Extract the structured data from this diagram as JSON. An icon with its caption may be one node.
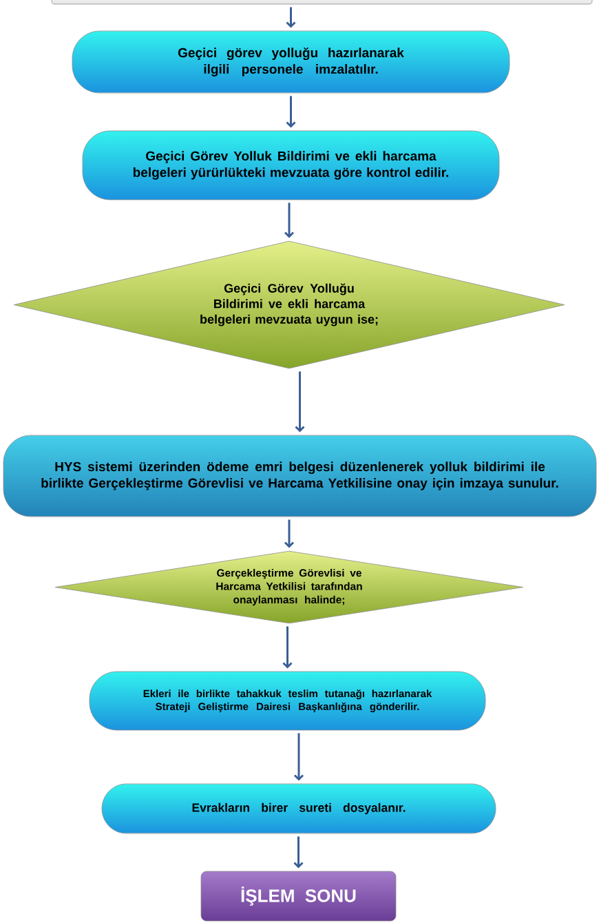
{
  "diagram": {
    "nodes": [
      {
        "text": [],
        "shape": "box"
      },
      {
        "text": [
          "Geçici görev yolluğu hazırlanarak ilgili personele imzalatılır."
        ]
      },
      {
        "text": [
          "Geçici Görev Yolluk Bildirimi ve ekli harcama belgeleri yürürlükteki mevzuata göre kontrol edilir."
        ]
      },
      {
        "text": [
          "Geçici Görev Yolluğu Bildirimi ve ekli harcama belgeleri mevzuata uygun ise;"
        ]
      },
      {
        "text": [
          "HYS sistemi üzerinden ödeme emri belgesi düzenlenerek yolluk bildirimi ile birlikte Gerçekleştirme Görevlisi ve Harcama Yetkilisine onay için imzaya sunulur."
        ]
      },
      {
        "text": [
          "Gerçekleştirme Görevlisi ve Harcama Yetkilisi tarafından onaylanması halinde;"
        ]
      },
      {
        "text": [
          "Ekleri ile birlikte tahakkuk teslim tutanağı hazırlanarak Strateji Geliştirme Dairesi Başkanlığına gönderilir."
        ]
      },
      {
        "text": [
          "Evrakların birer sureti dosyalanır."
        ]
      },
      {
        "text": [
          "İŞLEM SONU"
        ]
      }
    ],
    "edges": [
      {
        "from": 0,
        "to": 1,
        "arrow": "to"
      },
      {
        "from": 1,
        "to": 2,
        "arrow": "to"
      },
      {
        "from": 2,
        "to": 3,
        "arrow": "to"
      },
      {
        "from": 3,
        "to": 4,
        "arrow": "to"
      },
      {
        "from": 4,
        "to": 5,
        "arrow": "to"
      },
      {
        "from": 5,
        "to": 6,
        "arrow": "to"
      },
      {
        "from": 6,
        "to": 7,
        "arrow": "to"
      },
      {
        "from": 7,
        "to": 8,
        "arrow": "to"
      }
    ]
  }
}
